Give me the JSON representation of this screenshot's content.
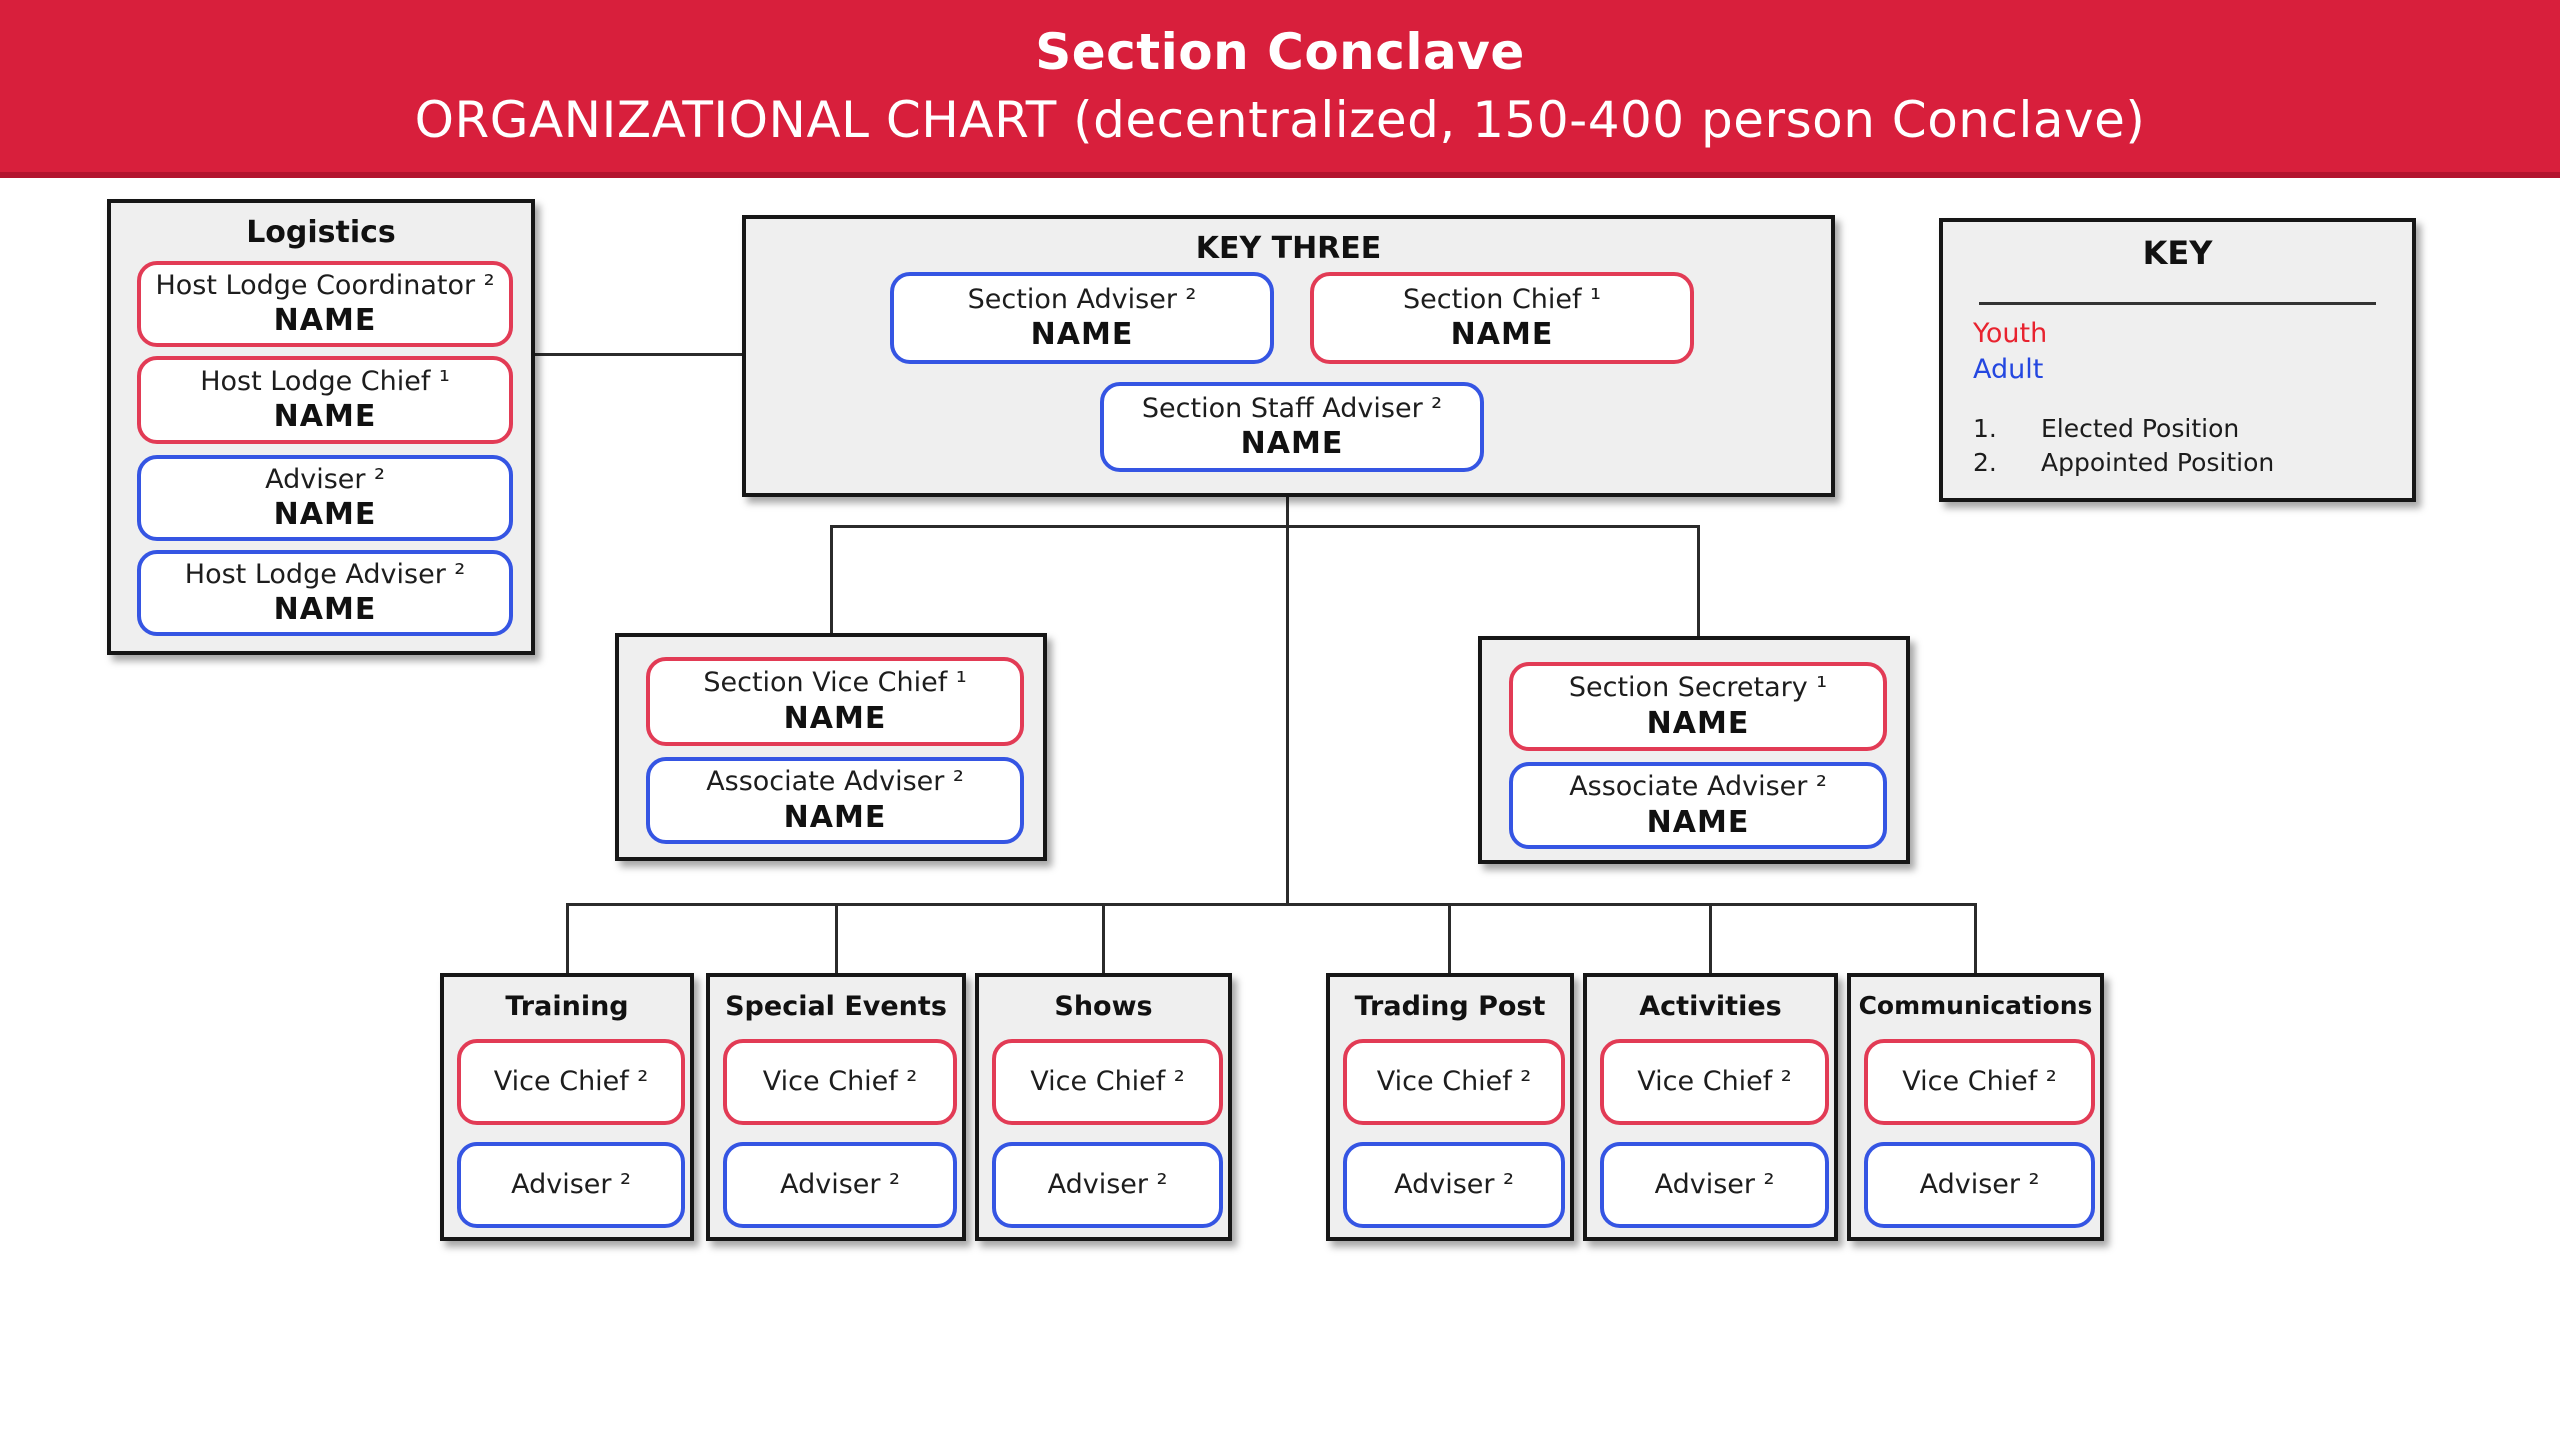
{
  "colors": {
    "headerBg": "#D81F3C",
    "headerEdge": "#B3142F",
    "youth": "#E23B55",
    "adult": "#3555E3",
    "youthText": "#E8232F",
    "adultText": "#2447E0",
    "line": "#2B2B2B",
    "boxBg": "#EFEFEF",
    "boxBorder": "#161616"
  },
  "header": {
    "title": "Section Conclave",
    "subtitle": "ORGANIZATIONAL CHART (decentralized, 150-400 person Conclave)"
  },
  "logistics": {
    "title": "Logistics",
    "positions": [
      {
        "role": "Host Lodge Coordinator ²",
        "name": "NAME",
        "category": "youth"
      },
      {
        "role": "Host Lodge Chief ¹",
        "name": "NAME",
        "category": "youth"
      },
      {
        "role": "Adviser ²",
        "name": "NAME",
        "category": "adult"
      },
      {
        "role": "Host Lodge Adviser ²",
        "name": "NAME",
        "category": "adult"
      }
    ]
  },
  "key_three": {
    "title": "KEY THREE",
    "positions": [
      {
        "role": "Section Adviser ²",
        "name": "NAME",
        "category": "adult"
      },
      {
        "role": "Section Chief ¹",
        "name": "NAME",
        "category": "youth"
      },
      {
        "role": "Section Staff Adviser ²",
        "name": "NAME",
        "category": "adult"
      }
    ]
  },
  "key": {
    "title": "KEY",
    "youth_label": "Youth",
    "adult_label": "Adult",
    "items": [
      {
        "num": "1.",
        "label": "Elected Position"
      },
      {
        "num": "2.",
        "label": "Appointed Position"
      }
    ]
  },
  "vice_chief_branch": {
    "positions": [
      {
        "role": "Section Vice Chief ¹",
        "name": "NAME",
        "category": "youth"
      },
      {
        "role": "Associate Adviser ²",
        "name": "NAME",
        "category": "adult"
      }
    ]
  },
  "secretary_branch": {
    "positions": [
      {
        "role": "Section Secretary ¹",
        "name": "NAME",
        "category": "youth"
      },
      {
        "role": "Associate Adviser ²",
        "name": "NAME",
        "category": "adult"
      }
    ]
  },
  "committees": [
    {
      "title": "Training",
      "vice_chief": "Vice Chief ²",
      "adviser": "Adviser ²"
    },
    {
      "title": "Special Events",
      "vice_chief": "Vice Chief ²",
      "adviser": "Adviser ²"
    },
    {
      "title": "Shows",
      "vice_chief": "Vice Chief ²",
      "adviser": "Adviser ²"
    },
    {
      "title": "Trading Post",
      "vice_chief": "Vice Chief ²",
      "adviser": "Adviser ²"
    },
    {
      "title": "Activities",
      "vice_chief": "Vice Chief ²",
      "adviser": "Adviser ²"
    },
    {
      "title": "Communications",
      "vice_chief": "Vice Chief ²",
      "adviser": "Adviser ²"
    }
  ]
}
